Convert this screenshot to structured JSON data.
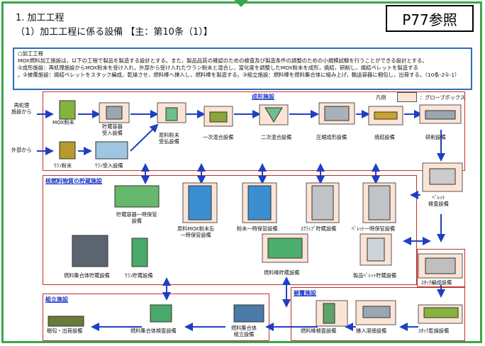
{
  "header": {
    "title": "1. 加工工程",
    "subtitle": "（1）加工工程に係る設備 【主：第10条（1）】",
    "page_ref": "P77参照"
  },
  "description": {
    "heading": "○加工工程",
    "line1": "MOX燃料加工施設は，以下の工程で製品を製造する設計とする。また，製品品質の確認のための検査及び製造条件の調整のための小規模試験を行うことができる設計とする。",
    "line2": "①成形施設：再処理施設からMOX粉末を受け入れ，外部から受け入れたウラン粉末と混合し，富化度を調整したMOX粉末を成形，焼結，研削し，焼結ペレットを製造する",
    "line3": "。②被覆施設：焼結ペレットをスタック編成，乾燥させ，燃料棒へ挿入し，燃料棒を製造する。③組立施設：燃料棒を燃料集合体に組み上げ，輸送容器に梱包し，出荷する。（10条-2①-1）"
  },
  "sources": {
    "reprocessing": "再処理\n施設から",
    "external": "外部から"
  },
  "legend": {
    "label": "凡例",
    "glovebox": "：グローブボックス"
  },
  "sections": {
    "forming": "成形施設",
    "storage": "核燃料物質の貯蔵施設",
    "cladding": "被覆施設",
    "assembly": "組立施設"
  },
  "equipment": {
    "mox_powder": "MOX粉末",
    "storage_receiving": "貯蔵容器\n受入設備",
    "uranium_powder": "ｳﾗﾝ粉末",
    "uranium_receiving": "ｳﾗﾝ受入設備",
    "raw_powder_receiving": "原料粉末\n受払設備",
    "primary_mixing": "一次混合設備",
    "secondary_mixing": "二次混合設備",
    "compacting": "圧縮成形設備",
    "sintering": "焼結設備",
    "grinding": "研削設備",
    "pellet_inspection": "ﾍﾟﾚｯﾄ\n検査設備",
    "container_temp_storage": "貯蔵容器一時保管\n設備",
    "raw_mox_can_storage": "原料MOX粉末缶\n一時保管設備",
    "powder_temp_storage": "粉末一時保管設備",
    "scrap_storage": "ｽｸﾗｯﾌﾟ貯蔵設備",
    "pellet_temp_storage": "ﾍﾟﾚｯﾄ一時保管設備",
    "assembly_storage": "燃料集合体貯蔵設備",
    "uranium_storage": "ｳﾗﾝ貯蔵設備",
    "rod_storage": "燃料棒貯蔵設備",
    "product_pellet_storage": "製品ﾍﾟﾚｯﾄ貯蔵設備",
    "stack_formation": "ｽﾀｯｸ編成設備",
    "stack_drying": "ｽﾀｯｸ乾燥設備",
    "insertion_welding": "挿入溶接設備",
    "rod_inspection": "燃料棒検査設備",
    "assembly_assembling": "燃料集合体\n組立設備",
    "assembly_inspection": "燃料集合体検査設備",
    "packing_shipping": "梱包・出荷設備"
  },
  "colors": {
    "frame": "#3aa64a",
    "arrow": "#1f3fc2",
    "section_border": "#c0332c",
    "glovebox_fill": "#fbe4d6",
    "description_border": "#2e6fb7"
  }
}
